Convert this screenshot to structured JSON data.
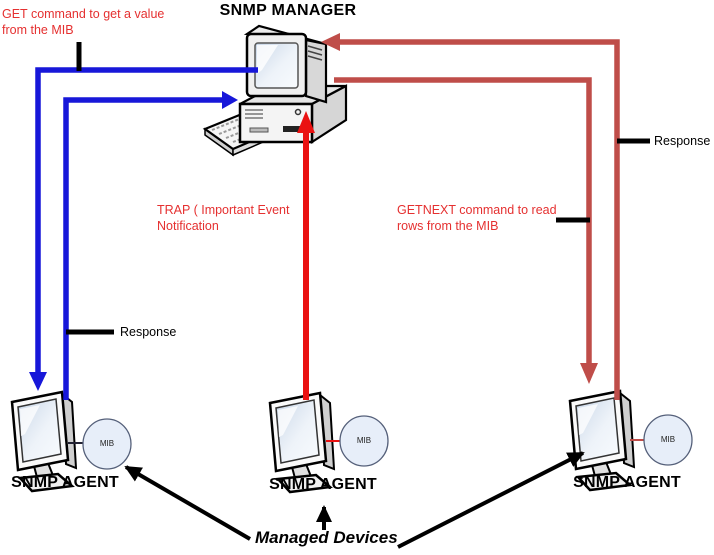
{
  "title": "SNMP MANAGER",
  "labels": {
    "get_command": "GET command to get a value\nfrom the MIB",
    "trap": "TRAP ( Important Event\nNotification",
    "getnext": "GETNEXT command to read\nrows from the MIB",
    "response_left": "Response",
    "response_right": "Response",
    "managed_devices": "Managed Devices"
  },
  "agents": [
    {
      "label": "SNMP AGENT",
      "mib": "MIB"
    },
    {
      "label": "SNMP AGENT",
      "mib": "MIB"
    },
    {
      "label": "SNMP AGENT",
      "mib": "MIB"
    }
  ],
  "colors": {
    "get_blue": "#1717d9",
    "trap_red": "#ea1111",
    "getnext_dark_red": "#bf4d49",
    "annotation_red": "#e53030",
    "line_black": "#000000",
    "mib_fill": "#e7eef9"
  }
}
